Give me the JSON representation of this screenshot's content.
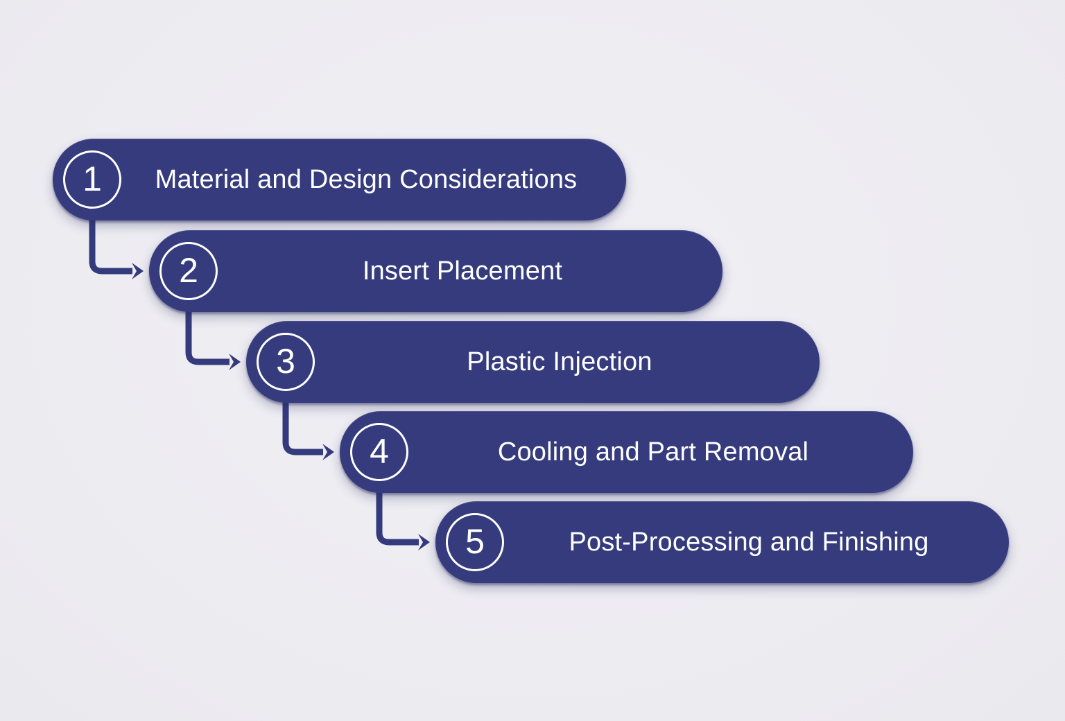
{
  "diagram": {
    "kind": "stepped-process-flow",
    "step_count": 5
  },
  "steps": [
    {
      "number": "1",
      "label": "Material and Design Considerations"
    },
    {
      "number": "2",
      "label": "Insert Placement"
    },
    {
      "number": "3",
      "label": "Plastic Injection"
    },
    {
      "number": "4",
      "label": "Cooling and Part Removal"
    },
    {
      "number": "5",
      "label": "Post-Processing and Finishing"
    }
  ],
  "colors": {
    "background": "#EDECF1",
    "pill-bg": "#353B7D",
    "connector": "#343B7C",
    "step-text": "#FFFFFF"
  }
}
